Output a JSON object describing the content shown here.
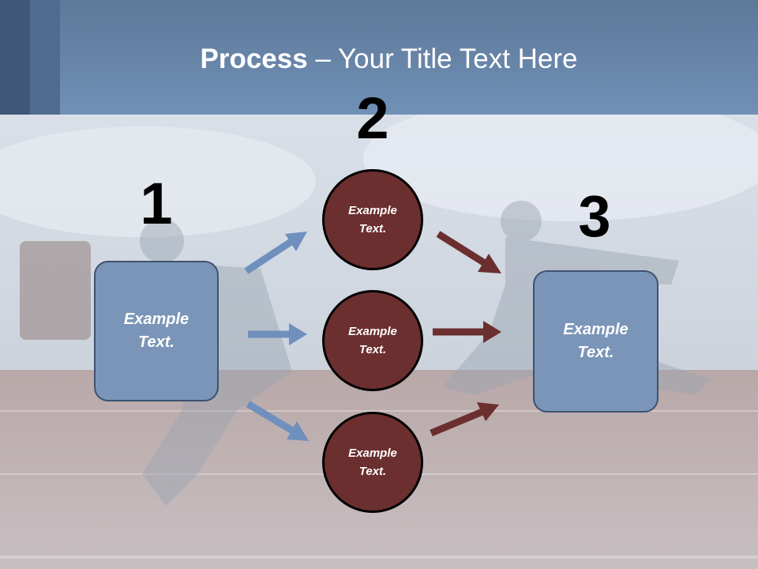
{
  "slide": {
    "title_bold": "Process",
    "title_rest": " – Your Title Text Here"
  },
  "steps": {
    "one": "1",
    "two": "2",
    "three": "3"
  },
  "left_box": {
    "text": "Example\nText."
  },
  "right_box": {
    "text": "Example\nText."
  },
  "circles": [
    {
      "text": "Example\nText."
    },
    {
      "text": "Example\nText."
    },
    {
      "text": "Example\nText."
    }
  ],
  "colors": {
    "header": "#6f8db3",
    "box_fill": "#7a95b7",
    "circle_fill": "#6b2f2f",
    "arrow_blue": "#6f8fbd",
    "arrow_maroon": "#6b2f2f"
  }
}
